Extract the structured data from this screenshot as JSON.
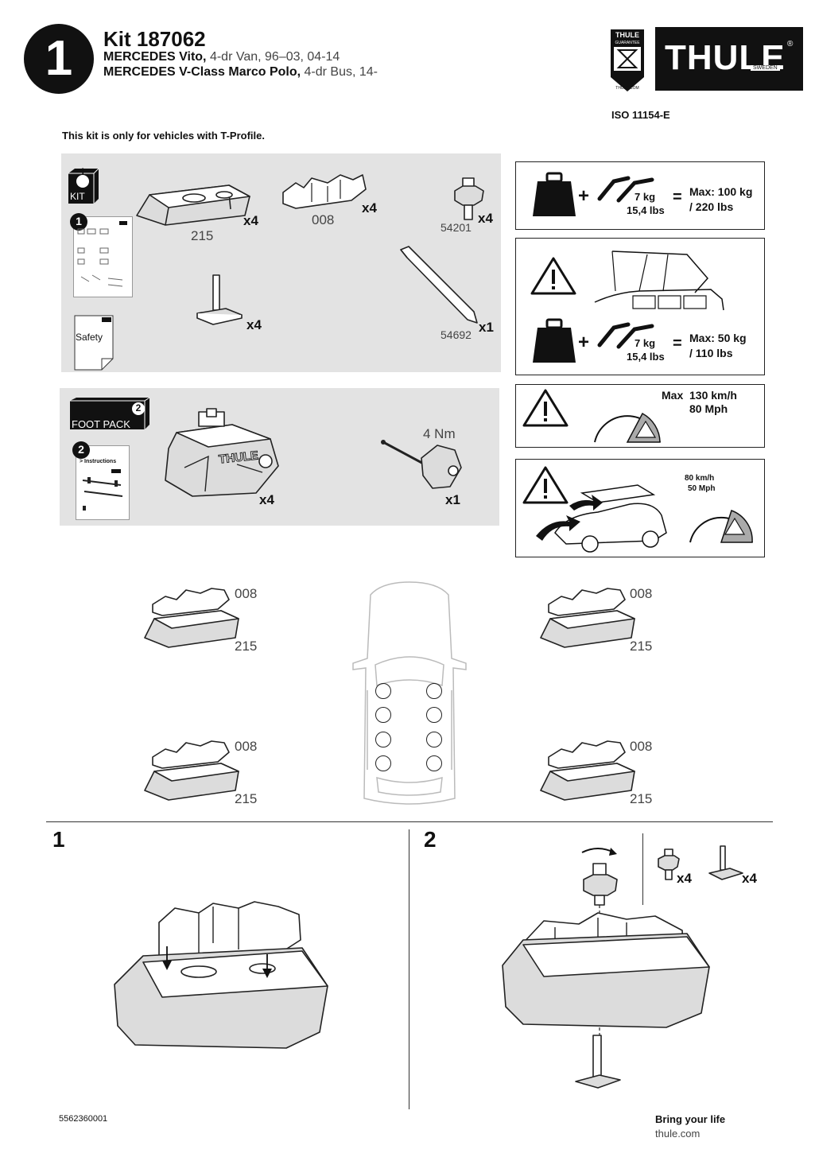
{
  "header": {
    "step_number": "1",
    "kit_title": "Kit 187062",
    "vehicles": [
      {
        "model": "MERCEDES Vito,",
        "detail": " 4-dr Van, 96–03, 04-14"
      },
      {
        "model": "MERCEDES V-Class Marco Polo,",
        "detail": " 4-dr Bus, 14-"
      }
    ],
    "guarantee_badge": {
      "brand": "THULE",
      "label": "GUARANTEE",
      "url": "THULE.COM"
    },
    "logo": {
      "brand": "THULE",
      "sub": "SWEDEN",
      "mark": "®"
    },
    "iso": "ISO 11154-E"
  },
  "note": "This kit is only for vehicles with T-Profile.",
  "kit_panel": {
    "kit_label": "KIT",
    "kit_num": "1",
    "booklet_num": "1",
    "safety_label": "Safety",
    "parts": [
      {
        "id": "215",
        "qty": "x4"
      },
      {
        "id": "008",
        "qty": "x4"
      },
      {
        "id": "54201",
        "qty": "x4"
      },
      {
        "id": "",
        "qty": "x4"
      },
      {
        "id": "54692",
        "qty": "x1"
      }
    ]
  },
  "foot_panel": {
    "label": "FOOT PACK",
    "num": "2",
    "booklet_num": "2",
    "booklet_text": "> Instructions",
    "foot_qty": "x4",
    "foot_brand": "THULE",
    "torque": "4 Nm",
    "tool_qty": "x1"
  },
  "load_boxes": [
    {
      "weight": "7 kg",
      "weight_lbs": "15,4 lbs",
      "max": "Max: 100 kg",
      "max_lbs": "/ 220 lbs"
    },
    {
      "weight": "7 kg",
      "weight_lbs": "15,4 lbs",
      "max": "Max: 50 kg",
      "max_lbs": "/ 110 lbs"
    }
  ],
  "speed_box": {
    "label": "Max",
    "kmh": "130 km/h",
    "mph": "80 Mph"
  },
  "speed_box2": {
    "kmh": "80 km/h",
    "mph": "50 Mph"
  },
  "layout_labels": {
    "top": "008",
    "bottom": "215"
  },
  "steps": [
    {
      "num": "1"
    },
    {
      "num": "2"
    }
  ],
  "step2": {
    "q1": "x4",
    "q2": "x4"
  },
  "footer": {
    "code": "5562360001",
    "tagline": "Bring your life",
    "url": "thule.com"
  }
}
